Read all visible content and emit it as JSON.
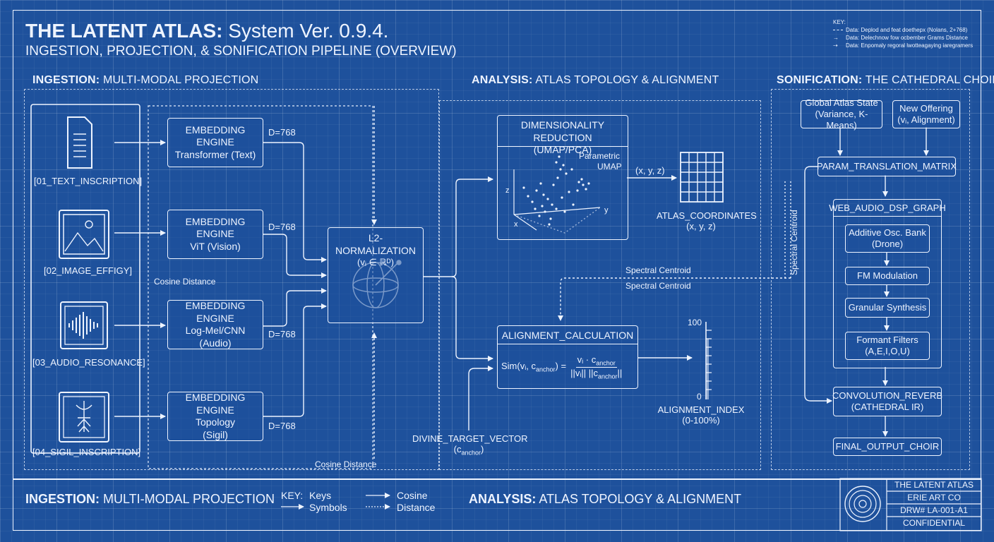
{
  "header": {
    "title_bold": "THE LATENT ATLAS:",
    "title_rest": " System Ver. 0.9.4.",
    "subtitle": "INGESTION, PROJECTION, & SONIFICATION PIPELINE (OVERVIEW)"
  },
  "topkey": {
    "title": "KEY:",
    "line1": "Data: Deplod and feat doethepx (Nolans, 2+768)",
    "line2": "Data: Delechnow fow ocbember Grams Distance",
    "line3": "Data: Enpomaly regoral lwotteagaying iaregramers"
  },
  "sections": {
    "ingestion_bold": "INGESTION:",
    "ingestion_rest": " MULTI-MODAL PROJECTION",
    "analysis_bold": "ANALYSIS:",
    "analysis_rest": " ATLAS TOPOLOGY & ALIGNMENT",
    "sonification_bold": "SONIFICATION:",
    "sonification_rest": " THE CATHEDRAL CHOIR"
  },
  "inputs": [
    {
      "label": "[01_TEXT_INSCRIPTION]"
    },
    {
      "label": "[02_IMAGE_EFFIGY]"
    },
    {
      "label": "[03_AUDIO_RESONANCE]"
    },
    {
      "label": "[04_SIGIL_INSCRIPTION]"
    }
  ],
  "engines": [
    {
      "title": "EMBEDDING ENGINE",
      "sub1": "Transformer (Text)",
      "sub2": "",
      "dim": "D=768"
    },
    {
      "title": "EMBEDDING ENGINE",
      "sub1": "ViT (Vision)",
      "sub2": "",
      "dim": "D=768"
    },
    {
      "title": "EMBEDDING ENGINE",
      "sub1": "Log-Mel/CNN",
      "sub2": "(Audio)",
      "dim": "D=768"
    },
    {
      "title": "EMBEDDING ENGINE",
      "sub1": "Topology",
      "sub2": "(Sigil)",
      "dim": "D=768"
    }
  ],
  "cosine_distance": "Cosine Distance",
  "l2": {
    "title": "L2-NORMALIZATION",
    "formula": "(vᵢ ∈ ℝᴰ)"
  },
  "dimred": {
    "title1": "DIMENSIONALITY REDUCTION",
    "title2": "(UMAP/PCA)",
    "note1": "Parametric",
    "note2": "UMAP",
    "axis_z": "z",
    "axis_x": "x",
    "axis_y": "y"
  },
  "xyz": "(x, y, z)",
  "atlas": {
    "line1": "ATLAS_COORDINATES",
    "line2": "(x, y, z)"
  },
  "spectral_centroid": "Spectral Centroid",
  "alignment": {
    "title": "ALIGNMENT_CALCULATION",
    "lhs": "Sim(vᵢ, c",
    "lhs_sub": "anchor",
    "lhs_end": ") =",
    "num": "vᵢ · c",
    "num_sub": "anchor",
    "den": "||vᵢ|| ||c",
    "den_sub": "anchor",
    "den_end": "||"
  },
  "gauge": {
    "max": "100",
    "min": "0",
    "value_pct": 78
  },
  "alignment_index": {
    "line1": "ALIGNMENT_INDEX",
    "line2": "(0-100%)"
  },
  "divine": {
    "line1": "DIVINE_TARGET_VECTOR",
    "line2_pre": "(c",
    "line2_sub": "anchor",
    "line2_end": ")"
  },
  "sonification": {
    "global_state": {
      "line1": "Global Atlas State",
      "line2": "(Variance, K-Means)"
    },
    "new_offering": {
      "line1": "New Offering",
      "line2": "(vᵢ, Alignment)"
    },
    "param_matrix": "PARAM_TRANSLATION_MATRIX",
    "dsp_graph": "WEB_AUDIO_DSP_GRAPH",
    "osc": {
      "line1": "Additive Osc. Bank",
      "line2": "(Drone)"
    },
    "fm": "FM Modulation",
    "granular": "Granular Synthesis",
    "formant": {
      "line1": "Formant Filters",
      "line2": "(A,E,I,O,U)"
    },
    "reverb": {
      "line1": "CONVOLUTION_REVERB",
      "line2": "(CATHEDRAL IR)"
    },
    "final": "FINAL_OUTPUT_CHOIR",
    "spectral_vertical": "Spectral Centroid"
  },
  "footer": {
    "left_bold": "INGESTION:",
    "left_rest": " MULTI-MODAL PROJECTION",
    "key_label": "KEY:",
    "keys": "Keys",
    "symbols": "Symbols",
    "cosine": "Cosine",
    "distance": "Distance",
    "mid_bold": "ANALYSIS:",
    "mid_rest": " ATLAS TOPOLOGY & ALIGNMENT",
    "title_block": [
      "THE LATENT ATLAS",
      "ERIE ART CO",
      "DRW# LA-001-A1",
      "CONFIDENTIAL"
    ]
  }
}
